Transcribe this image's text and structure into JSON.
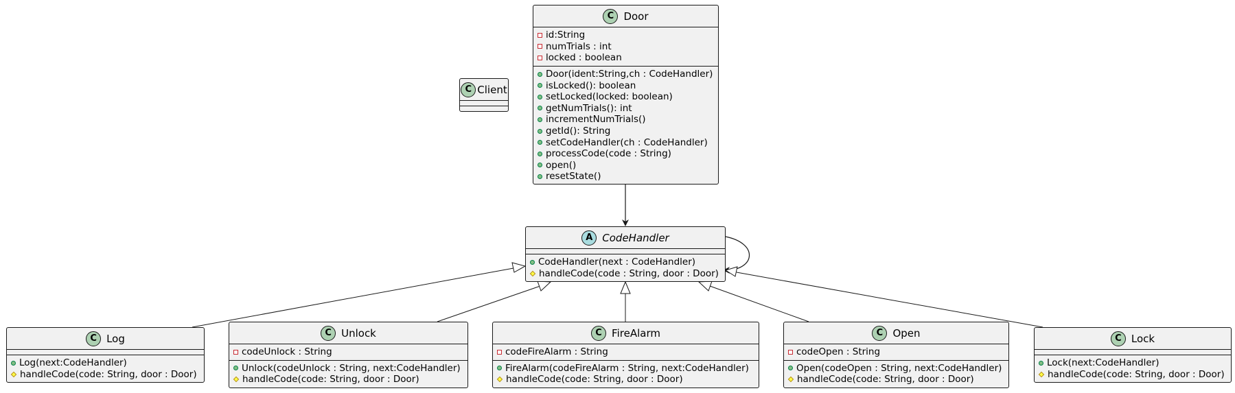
{
  "classes": {
    "door": {
      "name": "Door",
      "badge": "C",
      "attributes": [
        {
          "vis": "private",
          "text": "id:String"
        },
        {
          "vis": "private",
          "text": "numTrials : int"
        },
        {
          "vis": "private",
          "text": "locked : boolean"
        }
      ],
      "methods": [
        {
          "vis": "public",
          "text": "Door(ident:String,ch : CodeHandler)"
        },
        {
          "vis": "public",
          "text": "isLocked(): boolean"
        },
        {
          "vis": "public",
          "text": "setLocked(locked: boolean)"
        },
        {
          "vis": "public",
          "text": "getNumTrials(): int"
        },
        {
          "vis": "public",
          "text": "incrementNumTrials()"
        },
        {
          "vis": "public",
          "text": "getId(): String"
        },
        {
          "vis": "public",
          "text": "setCodeHandler(ch : CodeHandler)"
        },
        {
          "vis": "public",
          "text": "processCode(code : String)"
        },
        {
          "vis": "public",
          "text": "open()"
        },
        {
          "vis": "public",
          "text": "resetState()"
        }
      ]
    },
    "client": {
      "name": "Client",
      "badge": "C",
      "attributes": [],
      "methods": []
    },
    "codehandler": {
      "name": "CodeHandler",
      "badge": "A",
      "abstract": true,
      "attributes": [],
      "methods": [
        {
          "vis": "public",
          "text": "CodeHandler(next : CodeHandler)"
        },
        {
          "vis": "protected",
          "text": "handleCode(code : String, door : Door)"
        }
      ]
    },
    "log": {
      "name": "Log",
      "badge": "C",
      "attributes": [],
      "methods": [
        {
          "vis": "public",
          "text": "Log(next:CodeHandler)"
        },
        {
          "vis": "protected",
          "text": "handleCode(code: String, door : Door)"
        }
      ]
    },
    "unlock": {
      "name": "Unlock",
      "badge": "C",
      "attributes": [
        {
          "vis": "private",
          "text": "codeUnlock : String"
        }
      ],
      "methods": [
        {
          "vis": "public",
          "text": "Unlock(codeUnlock : String, next:CodeHandler)"
        },
        {
          "vis": "protected",
          "text": "handleCode(code: String, door : Door)"
        }
      ]
    },
    "firealarm": {
      "name": "FireAlarm",
      "badge": "C",
      "attributes": [
        {
          "vis": "private",
          "text": "codeFireAlarm : String"
        }
      ],
      "methods": [
        {
          "vis": "public",
          "text": "FireAlarm(codeFireAlarm : String, next:CodeHandler)"
        },
        {
          "vis": "protected",
          "text": "handleCode(code: String, door : Door)"
        }
      ]
    },
    "open": {
      "name": "Open",
      "badge": "C",
      "attributes": [
        {
          "vis": "private",
          "text": "codeOpen : String"
        }
      ],
      "methods": [
        {
          "vis": "public",
          "text": "Open(codeOpen : String, next:CodeHandler)"
        },
        {
          "vis": "protected",
          "text": "handleCode(code: String, door : Door)"
        }
      ]
    },
    "lock": {
      "name": "Lock",
      "badge": "C",
      "attributes": [],
      "methods": [
        {
          "vis": "public",
          "text": "Lock(next:CodeHandler)"
        },
        {
          "vis": "protected",
          "text": "handleCode(code: String, door : Door)"
        }
      ]
    }
  },
  "relations": [
    {
      "from": "door",
      "to": "codehandler",
      "kind": "association"
    },
    {
      "from": "codehandler",
      "to": "codehandler",
      "kind": "association"
    },
    {
      "from": "log",
      "to": "codehandler",
      "kind": "generalization"
    },
    {
      "from": "unlock",
      "to": "codehandler",
      "kind": "generalization"
    },
    {
      "from": "firealarm",
      "to": "codehandler",
      "kind": "generalization"
    },
    {
      "from": "open",
      "to": "codehandler",
      "kind": "generalization"
    },
    {
      "from": "lock",
      "to": "codehandler",
      "kind": "generalization"
    }
  ],
  "colors": {
    "class_fill": "#f1f1f1",
    "border": "#181818",
    "class_badge": "#add1b2",
    "abstract_badge": "#a9dcdf",
    "public": "#84be84",
    "private": "#c82930",
    "protected": "#ffff44"
  }
}
